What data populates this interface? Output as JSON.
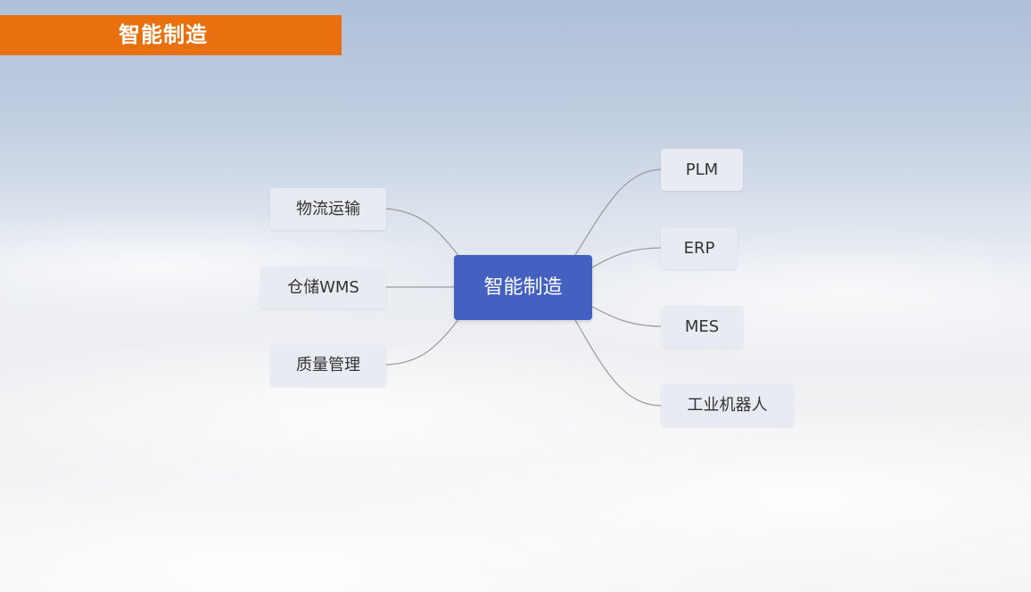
{
  "header": {
    "title": "智能制造"
  },
  "mindmap": {
    "center": "智能制造",
    "left_branches": [
      "物流运输",
      "仓储WMS",
      "质量管理"
    ],
    "right_branches": [
      "PLM",
      "ERP",
      "MES",
      "工业机器人"
    ]
  },
  "colors": {
    "title_bar": "#e8700e",
    "center_node": "#4461c1",
    "branch_node": "#e9ebf3",
    "connector": "#9a9a9a"
  }
}
